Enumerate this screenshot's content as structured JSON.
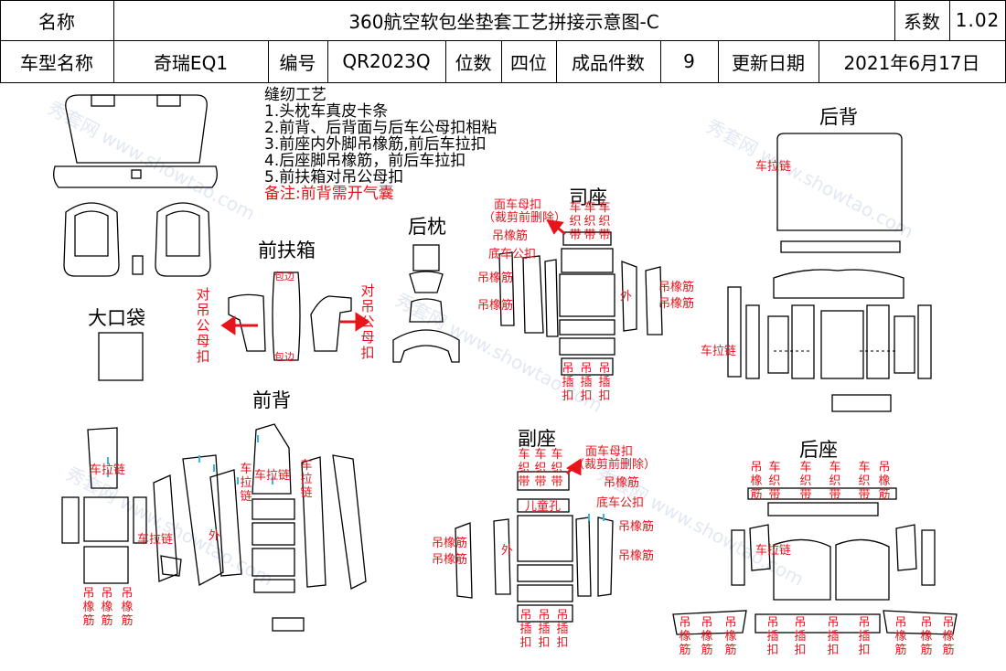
{
  "header": {
    "name_label": "名称",
    "title": "360航空软包坐垫套工艺拼接示意图-C",
    "coef_label": "系数",
    "coef_value": "1.02",
    "model_label": "车型名称",
    "model_value": "奇瑞EQ1",
    "code_label": "编号",
    "code_value": "QR2023Q",
    "seats_label": "位数",
    "seats_value": "四位",
    "pieces_label": "成品件数",
    "pieces_value": "9",
    "date_label": "更新日期",
    "date_value": "2021年6月17日"
  },
  "notes": {
    "title": "缝纫工艺",
    "items": [
      "1.头枕车真皮卡条",
      "2.前背、后背面与后车公母扣相粘",
      "3.前座内外脚吊橡筋,前后车拉扣",
      "4.后座脚吊橡筋，前后车拉扣",
      "5.前扶箱对吊公母扣"
    ],
    "remark": "备注:前背需开气囊"
  },
  "sections": {
    "front_armrest": "前扶箱",
    "rear_headrest": "后枕",
    "driver_seat": "司座",
    "rear_back": "后背",
    "big_pocket": "大口袋",
    "front_back": "前背",
    "passenger_seat": "副座",
    "rear_seat": "后座"
  },
  "labels": {
    "paired_buckle": "对吊公母扣",
    "edge_binding": "包边",
    "front_buckle": "面车母扣",
    "trim_note": "（裁剪前删除）",
    "elastic": "吊橡筋",
    "bottom_buckle": "底车公扣",
    "woven_strip": "车织带",
    "outer": "外",
    "zipper": "车拉链",
    "hook_buckle": "吊插扣",
    "child_hole": "儿童孔"
  },
  "watermark": "秀套网 www.showtao.com",
  "colors": {
    "red": "#e8141c",
    "ink": "#000000",
    "cyan": "#38b6e0"
  }
}
